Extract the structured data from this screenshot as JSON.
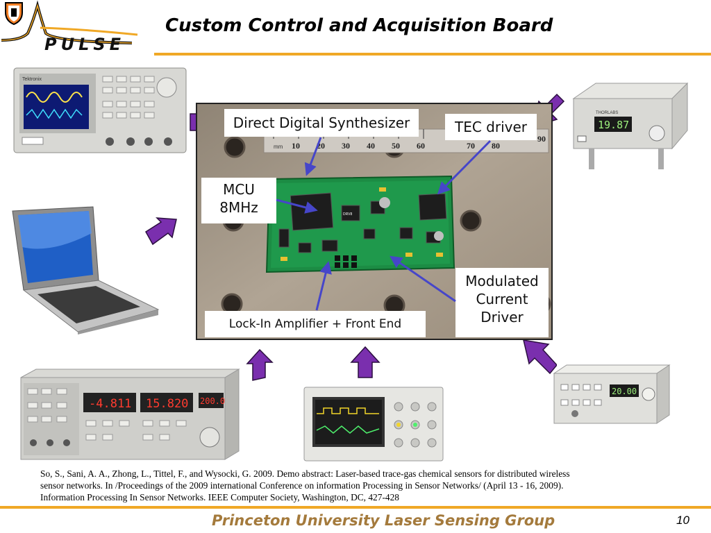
{
  "logo": {
    "text": "PULSE",
    "icon": "princeton-shield-pulse-logo"
  },
  "title": "Custom Control and Acquisition Board",
  "board": {
    "ruler_unit": "mm",
    "ruler_numbers": [
      "10",
      "20",
      "30",
      "40",
      "50",
      "60",
      "70",
      "80",
      "90"
    ],
    "chip_label": "DRV8"
  },
  "callouts": {
    "dds": "Direct Digital Synthesizer",
    "tec": "TEC driver",
    "mcu_line1": "MCU",
    "mcu_line2": "8MHz",
    "lockin": "Lock-In Amplifier + Front End",
    "mcd_line1": "Modulated",
    "mcd_line2": "Current",
    "mcd_line3": "Driver"
  },
  "instruments": {
    "function_generator": {
      "brand": "Tektronix",
      "icon": "function-generator-image"
    },
    "tec_controller": {
      "brand": "THORLABS",
      "display": "19.87",
      "icon": "tec-controller-image"
    },
    "laptop": {
      "icon": "laptop-image"
    },
    "lockin_amplifier": {
      "readouts": [
        "-4.811",
        "15.820",
        "200.0"
      ],
      "icon": "lockin-amplifier-image"
    },
    "oscilloscope": {
      "icon": "oscilloscope-image"
    },
    "current_source": {
      "display": "20.00",
      "icon": "current-source-image"
    }
  },
  "colors": {
    "accent_orange": "#f0a826",
    "arrow_purple": "#7a2fae",
    "footer_brown": "#a47a3c"
  },
  "citation_lines": [
    "So, S., Sani, A. A., Zhong, L., Tittel, F., and Wysocki, G. 2009. Demo abstract: Laser-based trace-gas chemical sensors for distributed wireless",
    "sensor networks. In /Proceedings of the 2009 international Conference on information Processing in Sensor Networks/ (April 13 - 16, 2009).",
    "Information Processing In Sensor Networks. IEEE Computer Society, Washington, DC, 427-428"
  ],
  "footer": "Princeton University Laser Sensing Group",
  "page_number": "10"
}
